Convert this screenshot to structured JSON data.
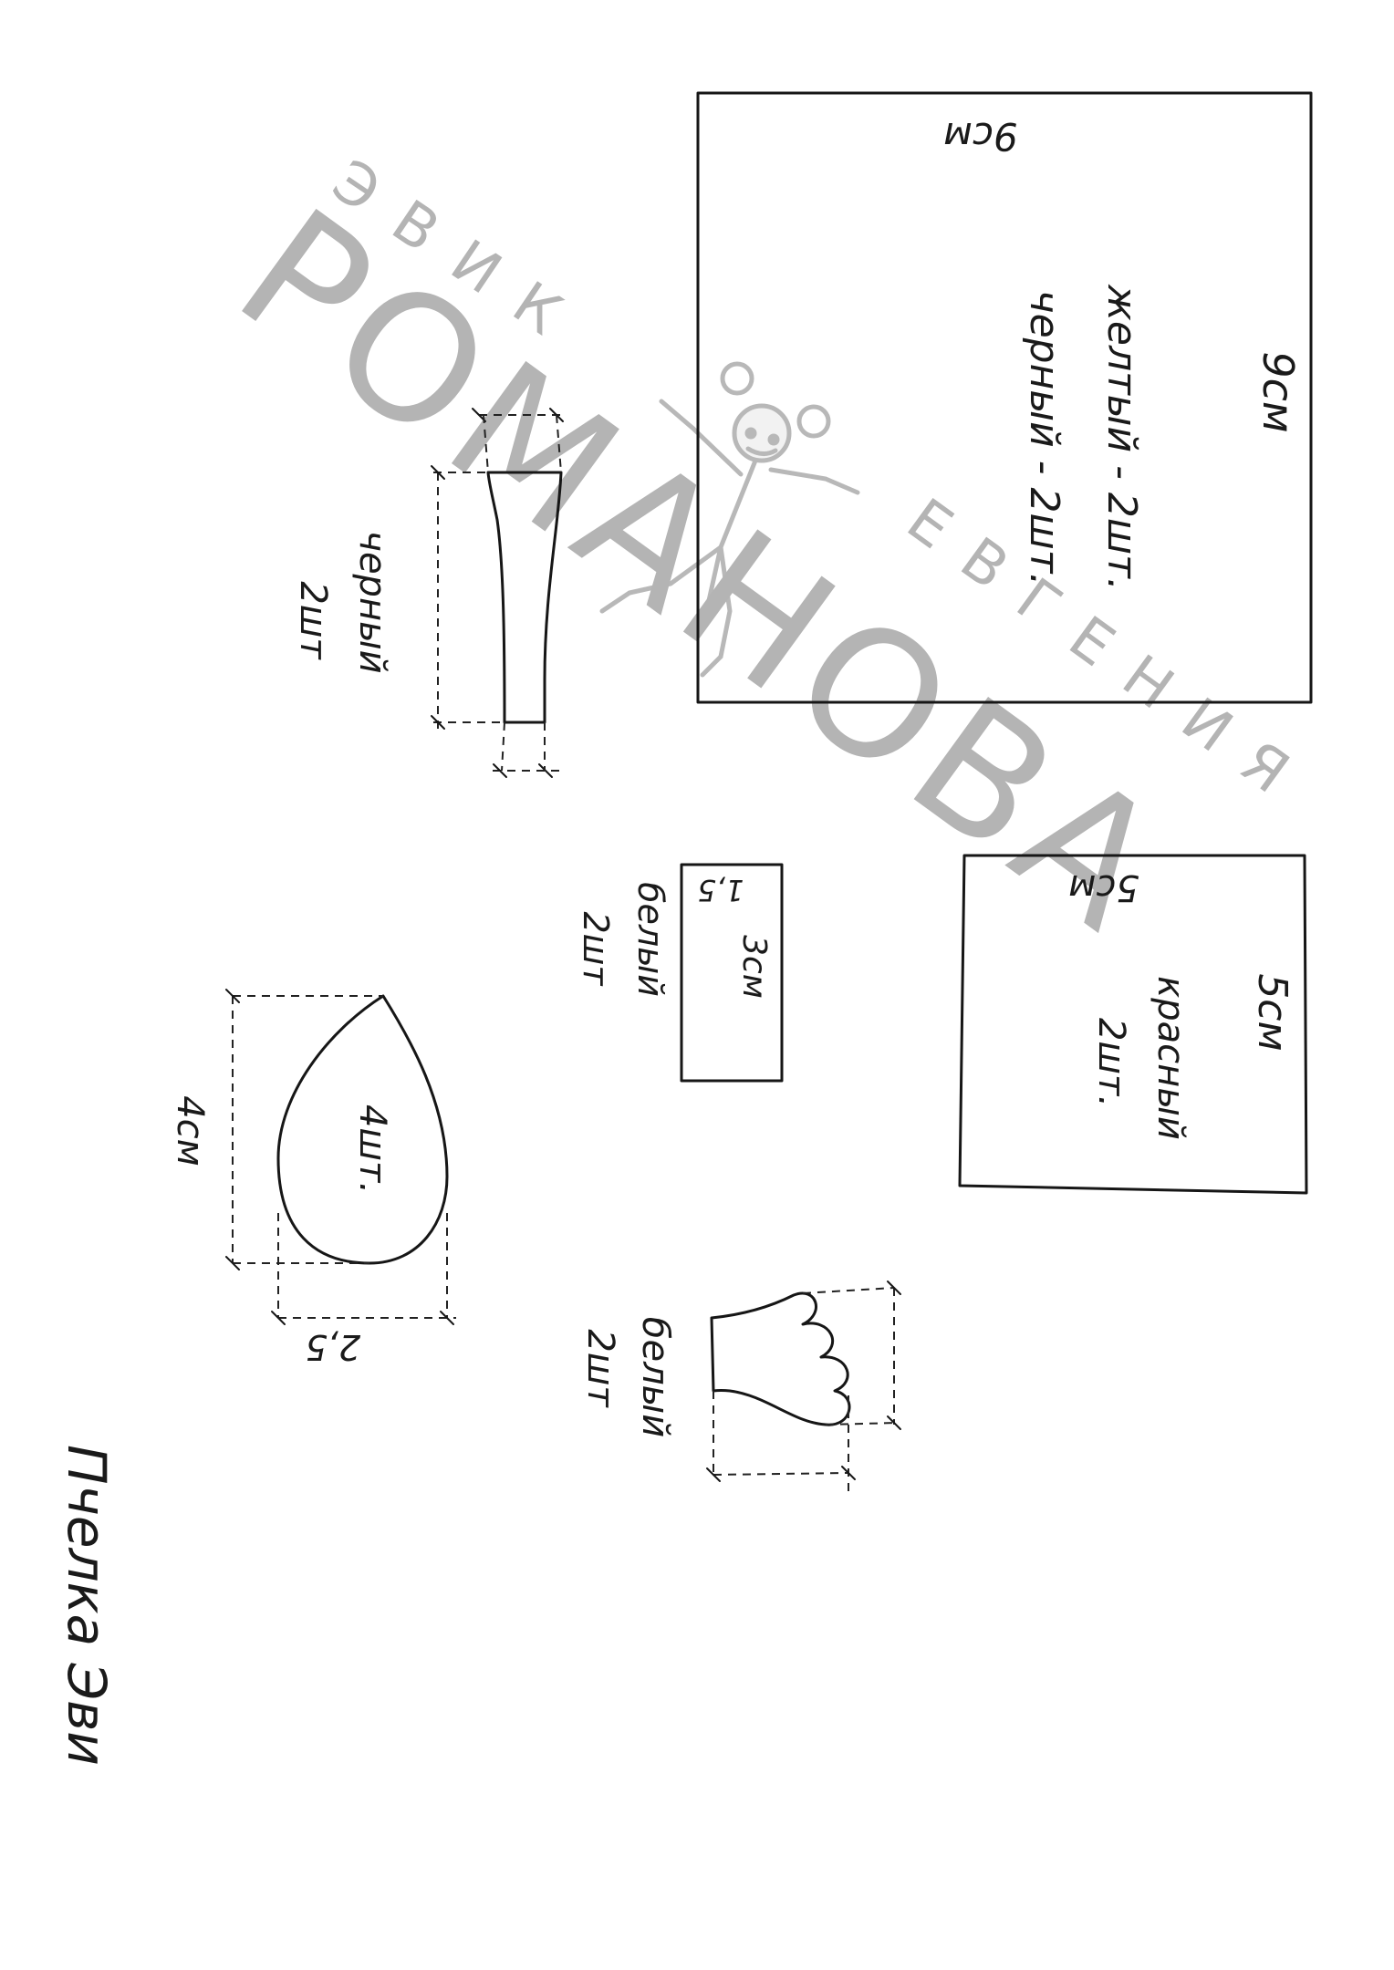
{
  "watermark": {
    "line_small_top": "ЭВИК",
    "line_big": "РОМАНОВА",
    "line_small_bottom": "ЕВГЕНИЯ"
  },
  "title": "Пчелка Эви",
  "pieces": {
    "large_square": {
      "width_label": "9см",
      "height_label": "9см",
      "note_line1": "желтый - 2шт.",
      "note_line2": "черный - 2шт."
    },
    "small_square": {
      "width_label": "5см",
      "height_label": "5см",
      "note_line1": "красный",
      "note_line2": "2шт."
    },
    "strip": {
      "note_line1": "черный",
      "note_line2": "2шт"
    },
    "white_rect": {
      "width_label": "1,5",
      "height_label": "3см",
      "note_line1": "белый",
      "note_line2": "2шт"
    },
    "drop": {
      "height_label": "4см",
      "width_label": "2,5",
      "count_label": "4шт."
    },
    "hand": {
      "note_line1": "белый",
      "note_line2": "2шт"
    }
  }
}
